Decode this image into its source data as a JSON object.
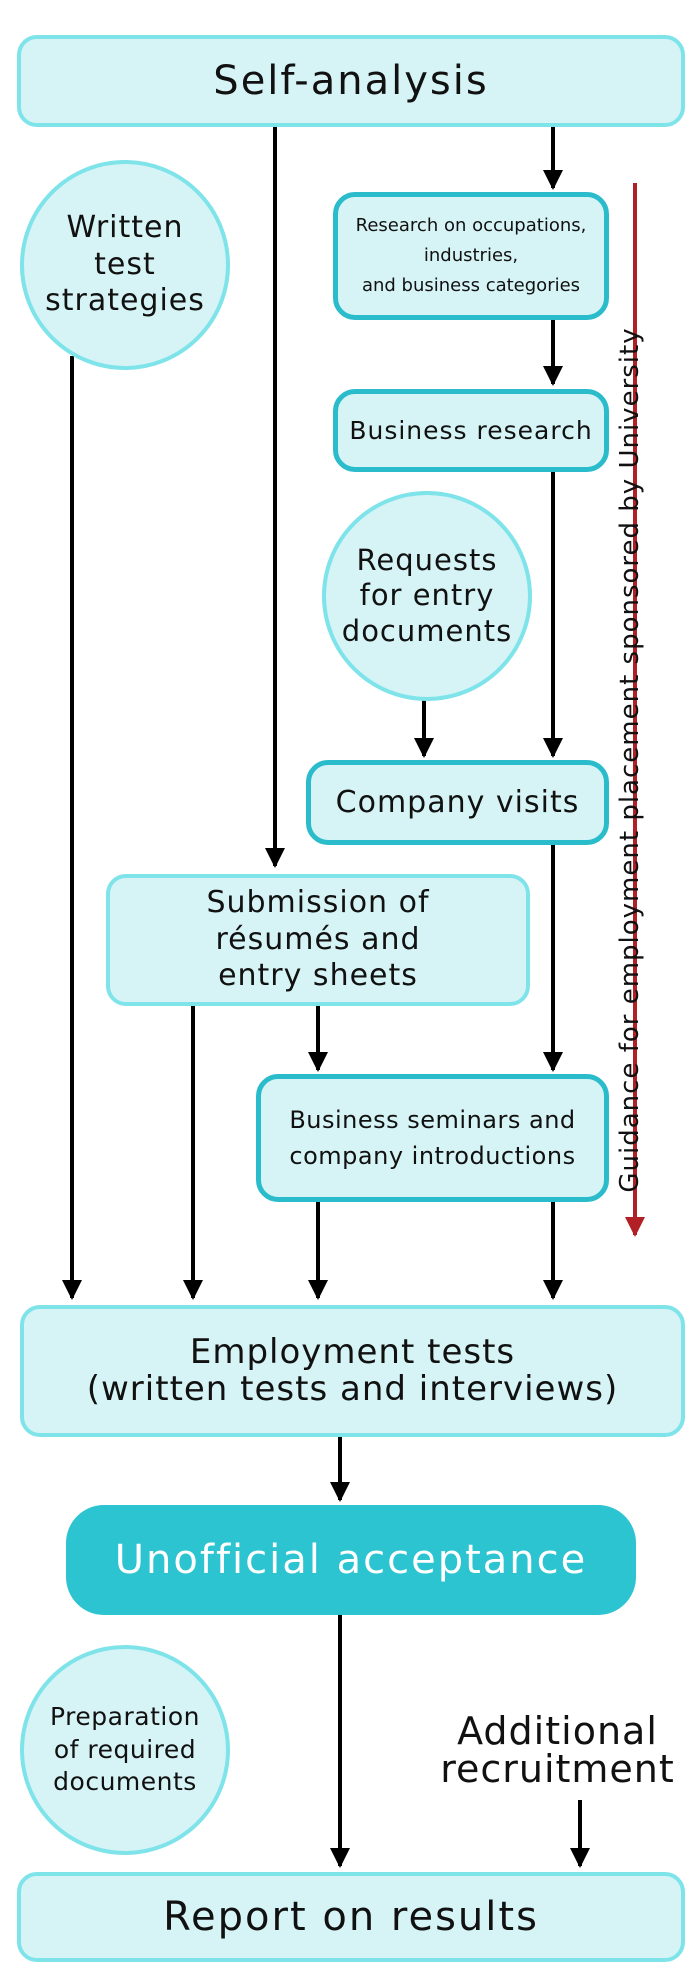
{
  "nodes": {
    "self_analysis": "Self-analysis",
    "written_test": "Written\ntest\nstrategies",
    "research_occupations": "Research on occupations,\nindustries,\nand business categories",
    "business_research": "Business research",
    "requests_entry": "Requests\nfor entry\ndocuments",
    "company_visits": "Company visits",
    "submission": "Submission of\nrésumés and\nentry sheets",
    "seminars": "Business seminars and\ncompany introductions",
    "employment_tests": "Employment tests\n(written tests and interviews)",
    "unofficial_acceptance": "Unofficial acceptance",
    "preparation": "Preparation\nof required\ndocuments",
    "additional_recruitment": "Additional\nrecruitment",
    "report": "Report on results"
  },
  "side_label": "Guidance for employment placement sponsored by University",
  "colors": {
    "fill_light": "#d6f4f6",
    "border_light": "#7fe3ea",
    "border_dark": "#2bbccb",
    "accent_fill": "#2bc4d0",
    "guidance_arrow": "#b02025",
    "arrow": "#000000"
  }
}
